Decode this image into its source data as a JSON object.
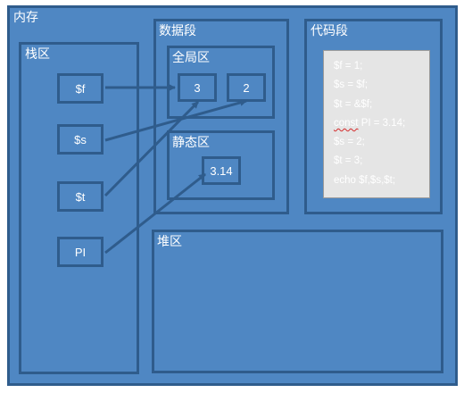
{
  "memory": {
    "label": "内存"
  },
  "stack": {
    "label": "栈区",
    "vars": [
      {
        "id": "f",
        "label": "$f"
      },
      {
        "id": "s",
        "label": "$s"
      },
      {
        "id": "t",
        "label": "$t"
      },
      {
        "id": "pi",
        "label": "PI"
      }
    ]
  },
  "data_segment": {
    "label": "数据段",
    "global": {
      "label": "全局区",
      "values": [
        "3",
        "2"
      ]
    },
    "static": {
      "label": "静态区",
      "values": [
        "3.14"
      ]
    }
  },
  "code_segment": {
    "label": "代码段",
    "lines": [
      "$f = 1;",
      "$s = $f;",
      "$t = &$f;",
      "const PI = 3.14;",
      "$s = 2;",
      "$t = 3;",
      "echo $f,$s,$t;"
    ]
  },
  "heap": {
    "label": "堆区"
  },
  "colors": {
    "fill": "#4f87c3",
    "border": "#2f5c8c",
    "arrow": "#2f5c8c",
    "code_bg": "#e5e5e5"
  }
}
